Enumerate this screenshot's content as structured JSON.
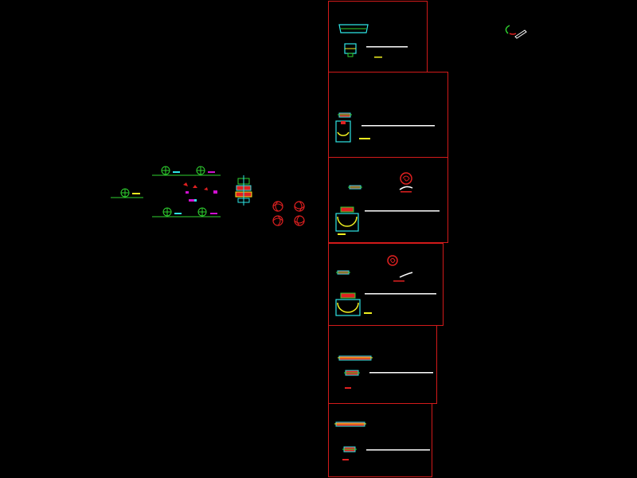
{
  "viewport": {
    "background": "#000000",
    "title": ""
  },
  "colors": {
    "frame": "#d21a1a",
    "cyan": "#2ee6e6",
    "green": "#2fd22f",
    "red": "#e02020",
    "yellow": "#f0f020",
    "magenta": "#d010d0",
    "white": "#ffffff"
  },
  "sheets": [
    {
      "id": "sheet-1",
      "has_title_block": true
    },
    {
      "id": "sheet-2",
      "has_title_block": true
    },
    {
      "id": "sheet-3",
      "has_title_block": true
    },
    {
      "id": "sheet-4",
      "has_title_block": true
    },
    {
      "id": "sheet-5",
      "has_title_block": true
    },
    {
      "id": "sheet-6",
      "has_title_block": true
    }
  ],
  "annotation_text": ""
}
